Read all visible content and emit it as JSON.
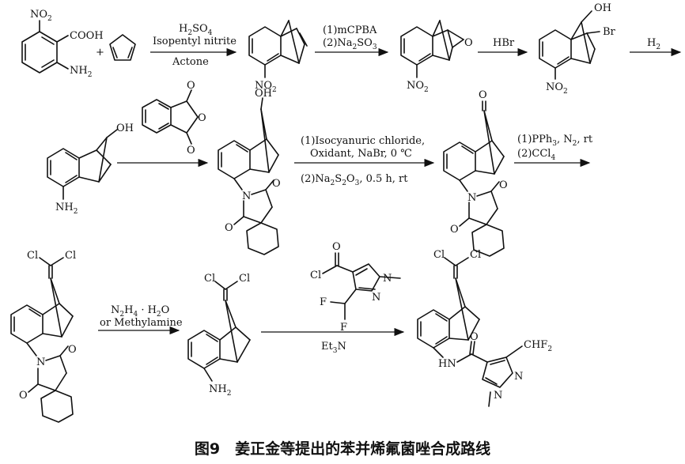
{
  "caption": "图9　姜正金等提出的苯并烯氟菌唑合成路线",
  "structure_labels": {
    "m1_cooh": "COOH",
    "m1_nh2": "NH",
    "m1_nh2_sub": "2",
    "m1_no2": "NO",
    "m1_no2_sub": "2",
    "plus": "+",
    "m3_no2": "NO",
    "m3_no2_sub": "2",
    "m4_o": "O",
    "m4_no2": "NO",
    "m4_no2_sub": "2",
    "m5_oh": "OH",
    "m5_br": "Br",
    "m5_no2": "NO",
    "m5_no2_sub": "2",
    "m6_oh": "OH",
    "m6_nh2": "NH",
    "m6_nh2_sub": "2",
    "pa_o1": "O",
    "pa_o2": "O",
    "pa_o3": "O",
    "m7_oh": "OH",
    "m7_n": "N",
    "m7_o1": "O",
    "m7_o2": "O",
    "m8_o": "O",
    "m8_n": "N",
    "m8_o1": "O",
    "m8_o2": "O",
    "m9_cl1": "Cl",
    "m9_cl2": "Cl",
    "m9_n": "N",
    "m9_o1": "O",
    "m9_o2": "O",
    "m10_cl1": "Cl",
    "m10_cl2": "Cl",
    "m10_nh2": "NH",
    "m10_nh2_sub": "2",
    "py_o": "O",
    "py_cl": "Cl",
    "py_n1": "N",
    "py_n2": "N",
    "py_f1": "F",
    "py_f2": "F",
    "fin_cl1": "Cl",
    "fin_cl2": "Cl",
    "fin_hn": "HN",
    "fin_o": "O",
    "fin_chf2": "CHF",
    "fin_chf2_sub": "2",
    "fin_n1": "N",
    "fin_n2": "N"
  },
  "reagents": {
    "r1_line1_a": "H",
    "r1_line1_b": "2",
    "r1_line1_c": "SO",
    "r1_line1_d": "4",
    "r1_line2": "Isopentyl nitrite",
    "r1_line3": "Actone",
    "r2_line1": "(1)mCPBA",
    "r2_line2_a": "(2)Na",
    "r2_line2_b": "2",
    "r2_line2_c": "SO",
    "r2_line2_d": "3",
    "r3": "HBr",
    "r4_a": "H",
    "r4_b": "2",
    "r5_line1": "(1)Isocyanuric chloride,",
    "r5_line2": "Oxidant, NaBr, 0 ℃",
    "r5_line3_a": "(2)Na",
    "r5_line3_b": "2",
    "r5_line3_c": "S",
    "r5_line3_d": "2",
    "r5_line3_e": "O",
    "r5_line3_f": "3",
    "r5_line3_g": ", 0.5 h, rt",
    "r6_line1_a": "(1)PPh",
    "r6_line1_b": "3",
    "r6_line1_c": ", N",
    "r6_line1_d": "2",
    "r6_line1_e": ", rt",
    "r6_line2_a": "(2)CCl",
    "r6_line2_b": "4",
    "r7_line1_a": "N",
    "r7_line1_b": "2",
    "r7_line1_c": "H",
    "r7_line1_d": "4",
    "r7_line1_e": " · H",
    "r7_line1_f": "2",
    "r7_line1_g": "O",
    "r7_line2": "or Methylamine",
    "r8_a": "Et",
    "r8_b": "3",
    "r8_c": "N"
  }
}
